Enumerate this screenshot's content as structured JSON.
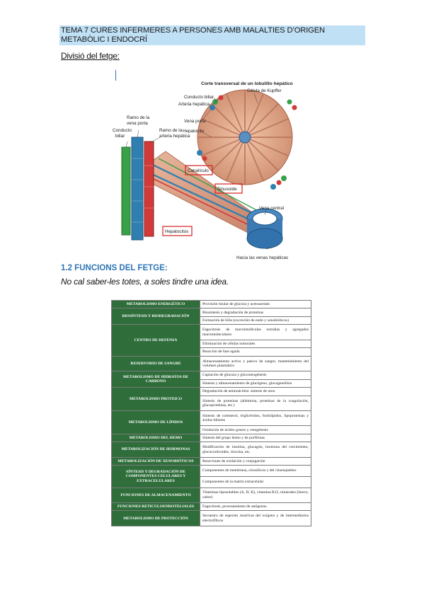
{
  "header": {
    "line1": "TEMA 7 CURES INFERMERES A PERSONES AMB MALALTIES D’ORIGEN",
    "line2": "METABÒLIC I ENDOCRÍ"
  },
  "subtitle": "Divisió del fetge:",
  "figure": {
    "title": "Corte transversal de un lobulillo hepático",
    "labels": {
      "conducto_biliar_top": "Conducto biliar",
      "celula_kupffer": "Célula de Kupffer",
      "arteria_hepatica": "Arteria hepática",
      "vena_porta": "Vena porta",
      "hepatocito": "Hepatocito",
      "ramo_vena_porta_1": "Ramo de la",
      "ramo_vena_porta_2": "vena porta",
      "conducto_biliar_left_1": "Conducto",
      "conducto_biliar_left_2": "biliar",
      "ramo_arteria_1": "Ramo de la",
      "ramo_arteria_2": "arteria hepática",
      "canaliculo": "Canalículo",
      "sinusoide": "Sinusoide",
      "vena_central": "Vena central",
      "hepatocitos": "Hepatocitos",
      "venas_hepaticas": "Hacia las venas hepáticas"
    }
  },
  "section_title": "1.2 FUNCIONS DEL FETGE:",
  "note": "No cal saber-les totes, a soles tindre una idea.",
  "functions_table": [
    {
      "category": "Metabolismo energético",
      "items": [
        "Provisión tisular de glucosa y acetoacetato"
      ]
    },
    {
      "category": "Biosíntesis y biodegradación",
      "items": [
        "Biosíntesis y degradación de proteínas",
        "Formación de bilis (excreción de endo y xenobióticos)"
      ]
    },
    {
      "category": "Centro de defensa",
      "items": [
        "Fagocitosis de macromoléculas extrañas y agregados macromoleculares",
        "Eliminación de células tumorales",
        "Reacción de fase aguda"
      ]
    },
    {
      "category": "Reservorio de sangre",
      "items": [
        "Almacenamiento activo y pasivo de sangre, mantenimiento del volumen plasmático"
      ]
    },
    {
      "category": "Metabolismo de hidratos de carbono",
      "items": [
        "Captación de glucosa y gluconeogénesis",
        "Síntesis y almacenamiento de glucógeno, glucogenólisis"
      ]
    },
    {
      "category": "Metabolismo proteico",
      "items": [
        "Degradación de aminoácidos: síntesis de urea",
        "Síntesis de proteínas (albúmina, proteínas de la coagulación, glucoproteínas, etc.)"
      ]
    },
    {
      "category": "Metabolismo de lípidos",
      "items": [
        "Síntesis de colesterol, triglicéridos, fosfolípidos, lipoproteínas y ácidos biliares",
        "Oxidación de ácidos grasos y cetogénesis"
      ]
    },
    {
      "category": "Metabolismo del hemo",
      "items": [
        "Síntesis del grupo hemo y de porfirinas"
      ]
    },
    {
      "category": "Metabolización de hormonas",
      "items": [
        "Modificación de insulina, glucagón, hormona del crecimiento, glucocorticoides, tiroxina, etc."
      ]
    },
    {
      "category": "Metabolización de xenobióticos",
      "items": [
        "Reacciones de oxidación y conjugación"
      ]
    },
    {
      "category": "Síntesis y degradación de componentes celulares y extracelulares",
      "items": [
        "Componentes de membrana, citosólicos y del citoesqueleto",
        "Componentes de la matriz extracelular"
      ]
    },
    {
      "category": "Funciones de almacenamiento",
      "items": [
        "Vitaminas liposolubles (A, D, K), vitamina B12, minerales (hierro, cobre)"
      ]
    },
    {
      "category": "Funciones reticuloendoteliales",
      "items": [
        "Fagocitosis, procesamiento de antígenos."
      ]
    },
    {
      "category": "Metabolismo de protección",
      "items": [
        "Secuestro de especies reactivas del oxígeno y de intermediarios electrofílicos"
      ]
    }
  ],
  "colors": {
    "header_band": "#bfe0f5",
    "section_title": "#2e74b5",
    "table_category": "#2f6e3b",
    "artery": "#d23a3a",
    "portal_vein": "#2f7fb0",
    "bile_duct": "#3aa04a",
    "hepatocyte": "#c98a6a"
  }
}
